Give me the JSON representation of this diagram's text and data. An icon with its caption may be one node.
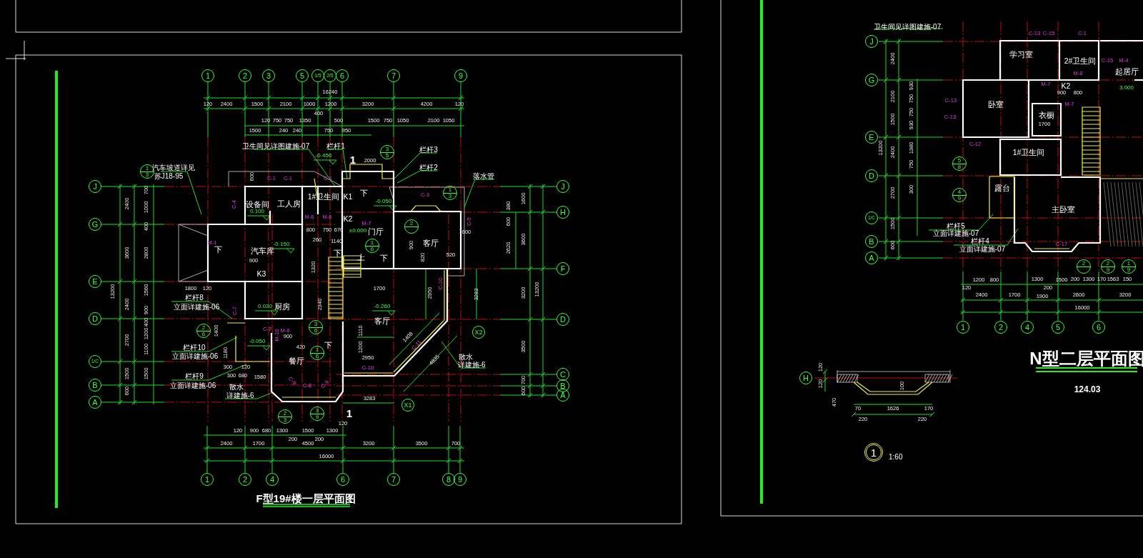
{
  "diagram": {
    "nodes": [
      {
        "text": [
          "1"
        ]
      },
      {
        "text": [
          "2"
        ]
      },
      {
        "text": [
          "3"
        ]
      },
      {
        "text": [
          "5"
        ]
      },
      {
        "text": [
          "1/5"
        ]
      },
      {
        "text": [
          "2/5"
        ]
      },
      {
        "text": [
          "6"
        ]
      },
      {
        "text": [
          "7"
        ]
      },
      {
        "text": [
          "9"
        ]
      },
      {
        "text": [
          "1",
          "3"
        ]
      },
      {
        "text": [
          "3",
          "5"
        ]
      },
      {
        "text": [
          "1",
          "3"
        ]
      },
      {
        "text": [
          "J"
        ]
      },
      {
        "text": [
          "J"
        ]
      },
      {
        "text": [
          "G"
        ]
      },
      {
        "text": [
          "H"
        ]
      },
      {
        "text": [
          "2"
        ]
      },
      {
        "text": [
          "1",
          "6"
        ]
      },
      {
        "text": [
          "F"
        ]
      },
      {
        "text": [
          "E"
        ]
      },
      {
        "text": [
          "D"
        ]
      },
      {
        "text": [
          "D"
        ]
      },
      {
        "text": [
          "3",
          "6"
        ]
      },
      {
        "text": [
          "2",
          "6"
        ]
      },
      {
        "text": [
          "X2"
        ]
      },
      {
        "text": [
          "1",
          "6"
        ]
      },
      {
        "text": [
          "1/C"
        ]
      },
      {
        "text": [
          "C"
        ]
      },
      {
        "text": [
          "B"
        ]
      },
      {
        "text": [
          "B"
        ]
      },
      {
        "text": [
          "A"
        ]
      },
      {
        "text": [
          "A"
        ]
      },
      {
        "text": [
          "X1"
        ]
      },
      {
        "text": [
          "3",
          "9"
        ]
      },
      {
        "text": [
          "2",
          "3"
        ]
      },
      {
        "text": [
          "1"
        ]
      },
      {
        "text": [
          "2"
        ]
      },
      {
        "text": [
          "4"
        ]
      },
      {
        "text": [
          "6"
        ]
      },
      {
        "text": [
          "7"
        ]
      },
      {
        "text": [
          "8"
        ]
      },
      {
        "text": [
          "9"
        ]
      },
      {
        "text": [
          "J"
        ]
      },
      {
        "text": [
          "G"
        ]
      },
      {
        "text": [
          "E"
        ]
      },
      {
        "text": [
          "5",
          "8"
        ]
      },
      {
        "text": [
          "D"
        ]
      },
      {
        "text": [
          "4",
          "9"
        ]
      },
      {
        "text": [
          "1/C"
        ]
      },
      {
        "text": [
          "B"
        ]
      },
      {
        "text": [
          "A"
        ]
      },
      {
        "text": [
          "2"
        ]
      },
      {
        "text": [
          "2",
          "9"
        ]
      },
      {
        "text": [
          "1",
          "9"
        ]
      },
      {
        "text": [
          "1"
        ]
      },
      {
        "text": [
          "2"
        ]
      },
      {
        "text": [
          "4"
        ]
      },
      {
        "text": [
          "5"
        ]
      },
      {
        "text": [
          "6"
        ]
      },
      {
        "text": [
          "H"
        ]
      },
      {
        "text": [
          "1"
        ],
        "beside": [
          "1:60"
        ]
      }
    ],
    "labels": [
      "F型19#楼一层平面图",
      "16240",
      "120",
      "2400",
      "1500",
      "2100",
      "1000",
      "1200",
      "3200",
      "4200",
      "120",
      "400",
      "120",
      "750",
      "750",
      "1350",
      "500",
      "1500",
      "750",
      "1050",
      "2100",
      "1050",
      "1500",
      "240",
      "240",
      "750",
      "950",
      "卫生间见详图建施-07",
      "栏杆1",
      "栏杆3",
      "-0.450",
      "1",
      "2000",
      "汽车坡道详见",
      "栏杆2",
      "苏J18-95",
      "600",
      "C-1",
      "C-1",
      "C-1",
      "落水管",
      "1600",
      "700",
      "1#卫生间",
      "K1",
      "下",
      "-0.050",
      "C-3",
      "2400",
      "1000",
      "C-4",
      "设备间",
      "工人房",
      "380",
      "0.100",
      "M-6",
      "M-6",
      "K2",
      "C-5",
      "600",
      "M-7",
      "400",
      "800",
      "750",
      "670",
      "±0.000",
      "门厅",
      "600",
      "M-1",
      "-0.150",
      "260",
      "1140",
      "900",
      "客厅",
      "2620",
      "3600",
      "3600",
      "2800",
      "下",
      "汽车库",
      "下",
      "上",
      "下",
      "820",
      "520",
      "900",
      "1320",
      "K3",
      "C-10",
      "13200",
      "1560",
      "1800",
      "120",
      "1700",
      "2950",
      "3283",
      "3200",
      "13200",
      "栏杆8",
      "2400",
      "900",
      "立面详建施-06",
      "C-7",
      "0.030",
      "厨房",
      "2340",
      "-0.260",
      "400",
      "1200",
      "1400",
      "C-7",
      "M-10",
      "M-8",
      "900",
      "1110",
      "客厅",
      "2700",
      "1100",
      "栏杆10",
      "-0.050",
      "420",
      "下",
      "1200",
      "1408",
      "C-11",
      "3500",
      "立面详建施-06",
      "1180",
      "餐厅",
      "2950",
      "4835",
      "散水",
      "详建施-6",
      "1500",
      "1500",
      "栏杆9",
      "300",
      "300",
      "680",
      "120",
      "1580",
      "C-10",
      "700",
      "600",
      "立面详建施-06",
      "散水",
      "C-9",
      "C-8",
      "C-9",
      "600",
      "详建施-6",
      "3283",
      "1",
      "120",
      "900",
      "680",
      "1300",
      "1500",
      "1300",
      "120",
      "200",
      "200",
      "2400",
      "1700",
      "4500",
      "3200",
      "3500",
      "700",
      "16000",
      "卫生间见详图建施-07",
      "C-13",
      "C-15",
      "C-1",
      "学习室",
      "2400",
      "2#卫生间",
      "C-15",
      "M-4",
      "M-8",
      "起居厅",
      "M-7",
      "K2",
      "930",
      "3.000",
      "900",
      "800",
      "2100",
      "750",
      "C-13",
      "卧室",
      "M-7",
      "750",
      "衣橱",
      "C-13",
      "1500",
      "1700",
      "930",
      "C-12",
      "13200",
      "1380",
      "1#卫生间",
      "2400",
      "750",
      "2700",
      "300",
      "露台",
      "主卧室",
      "1500",
      "栏杆5",
      "立面详建施-07",
      "600",
      "栏杆4",
      "C-17",
      "立面详建施-07",
      "1200",
      "800",
      "120",
      "1300",
      "200",
      "1500",
      "200",
      "1300",
      "170",
      "1563",
      "150",
      "2400",
      "1700",
      "1900",
      "2600",
      "3200",
      "16000",
      "N型二层平面图",
      "124.03",
      "120",
      "120",
      "470",
      "100",
      "70",
      "1626",
      "170",
      "220",
      "220"
    ]
  }
}
